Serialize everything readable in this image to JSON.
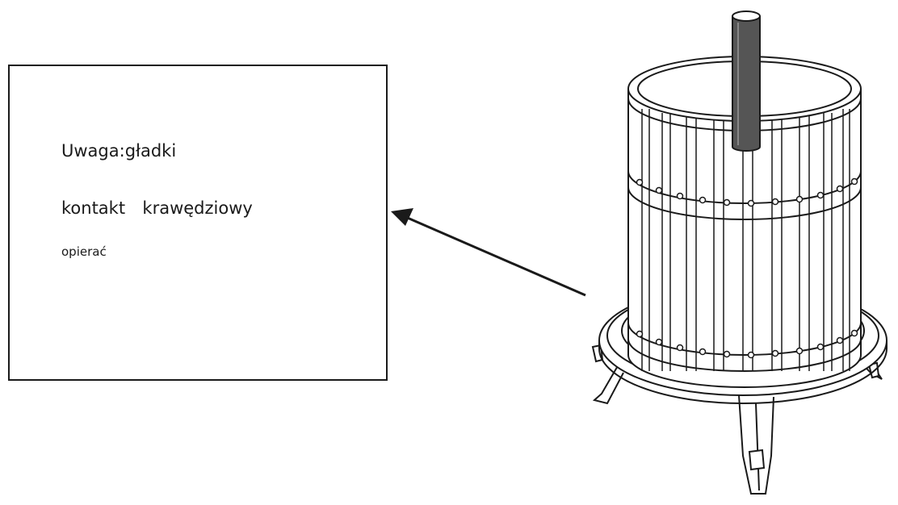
{
  "note": {
    "line1": "Uwaga:gładki",
    "line2": "kontakt  krawędziowy",
    "line3": "opierać"
  },
  "colors": {
    "ink": "#1a1a1a",
    "background": "#ffffff",
    "shade": "#555555"
  },
  "icons": {
    "arrow": "arrow-left-icon",
    "press": "wine-press-icon"
  }
}
